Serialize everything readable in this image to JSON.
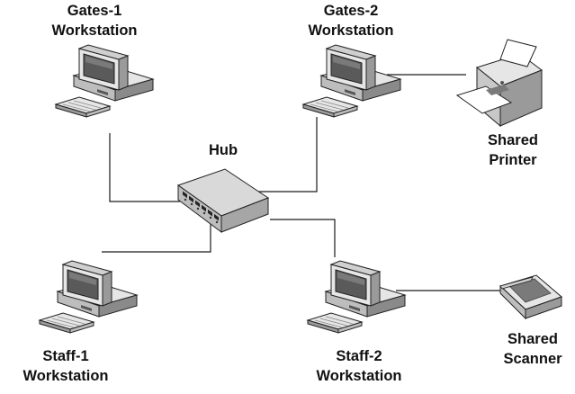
{
  "nodes": {
    "hub": {
      "label": "Hub"
    },
    "gates1": {
      "line1": "Gates-1",
      "line2": "Workstation"
    },
    "gates2": {
      "line1": "Gates-2",
      "line2": "Workstation"
    },
    "staff1": {
      "line1": "Staff-1",
      "line2": "Workstation"
    },
    "staff2": {
      "line1": "Staff-2",
      "line2": "Workstation"
    },
    "printer": {
      "line1": "Shared",
      "line2": "Printer"
    },
    "scanner": {
      "line1": "Shared",
      "line2": "Scanner"
    }
  },
  "icons": {
    "workstation": "desktop-computer-icon",
    "hub": "network-hub-icon",
    "printer": "printer-icon",
    "scanner": "scanner-icon"
  },
  "colors": {
    "line": "#1a1a1a",
    "device_light": "#e6e6e6",
    "device_mid": "#bdbdbd",
    "device_dark": "#8a8a8a",
    "screen": "#5a5a5a",
    "hub_top": "#d9d9d9",
    "hub_side": "#a6a6a6"
  }
}
